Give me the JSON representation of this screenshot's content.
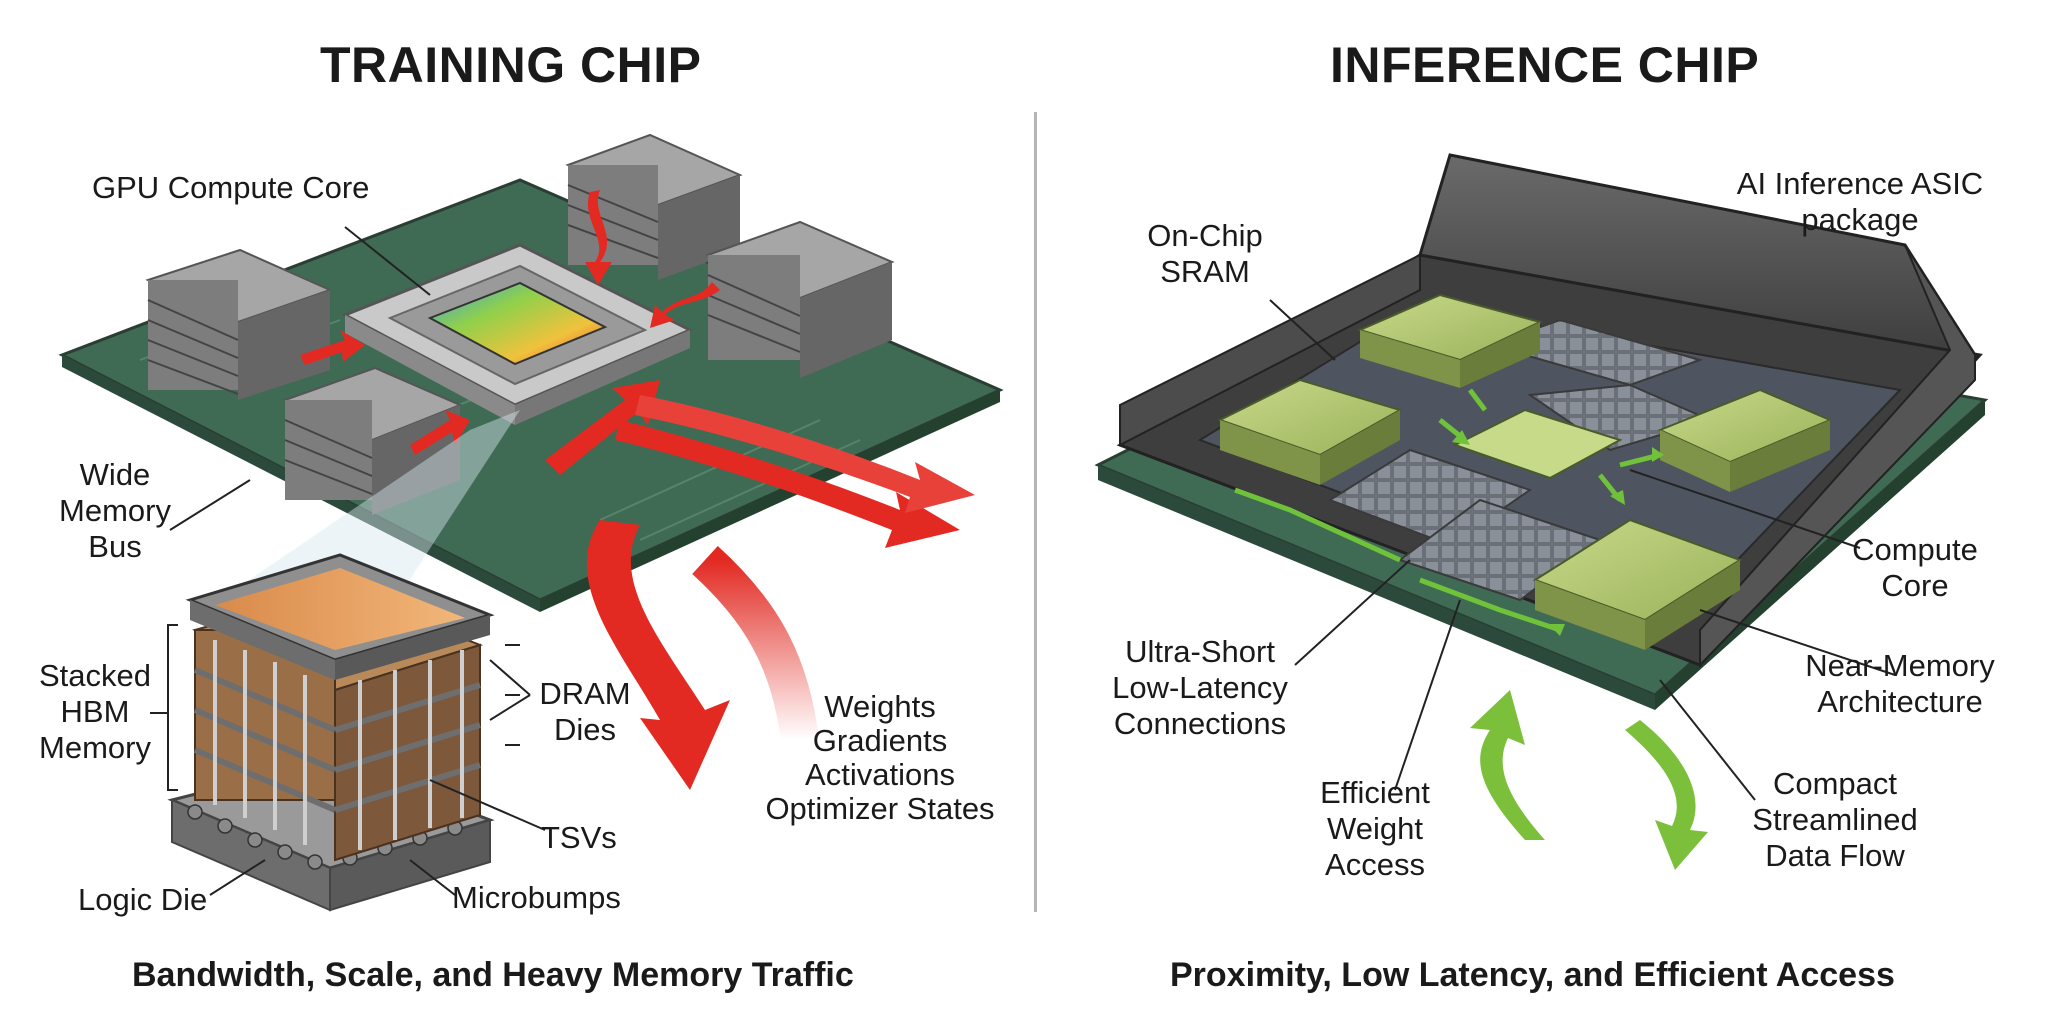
{
  "training": {
    "title": "TRAINING CHIP",
    "caption": "Bandwidth, Scale, and Heavy Memory Traffic",
    "labels": {
      "gpu_core": "GPU Compute Core",
      "wide_bus": [
        "Wide",
        "Memory",
        "Bus"
      ],
      "stacked_hbm": [
        "Stacked",
        "HBM",
        "Memory"
      ],
      "dram_dies": [
        "DRAM",
        "Dies"
      ],
      "tsvs": "TSVs",
      "logic_die": "Logic Die",
      "microbumps": "Microbumps",
      "traffic": [
        "Weights",
        "Gradients",
        "Activations",
        "Optimizer States"
      ]
    }
  },
  "inference": {
    "title": "INFERENCE CHIP",
    "caption": "Proximity, Low Latency, and Efficient Access",
    "labels": {
      "asic_package": [
        "AI Inference ASIC",
        "package"
      ],
      "sram": [
        "On-Chip",
        "SRAM"
      ],
      "compute_core": [
        "Compute",
        "Core"
      ],
      "connections": [
        "Ultra-Short",
        "Low-Latency",
        "Connections"
      ],
      "near_memory": [
        "Near-Memory",
        "Architecture"
      ],
      "weight_access": [
        "Efficient",
        "Weight",
        "Access"
      ],
      "data_flow": [
        "Compact",
        "Streamlined",
        "Data Flow"
      ]
    }
  },
  "colors": {
    "board": "#3f6b55",
    "hbm": "#8f8f8f",
    "arrow_red": "#e22a22",
    "sram_green": "#b5c870",
    "package_dark": "#555555",
    "arrow_green": "#7bbf3a"
  }
}
